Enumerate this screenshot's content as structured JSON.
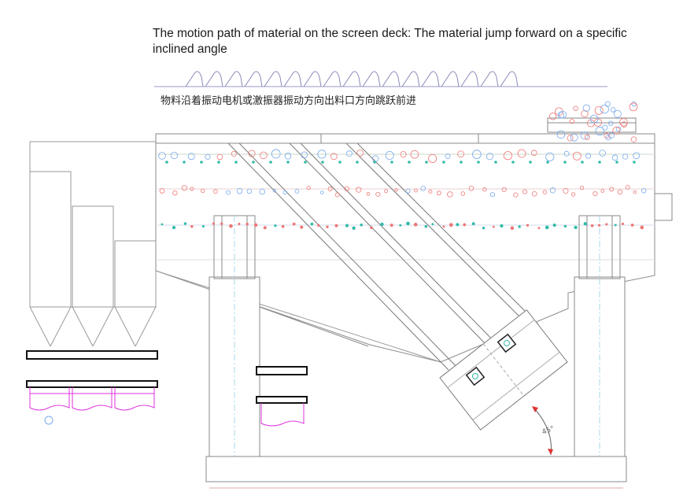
{
  "caption": {
    "english": "The  motion path of material on the screen deck: The material jump forward on a specific inclined angle",
    "chinese": "物料沿着振动电机或激振器振动方向出料口方向跳跃前进"
  },
  "diagram": {
    "angle_label": "45°",
    "colors": {
      "frame": "#8a8a8a",
      "spring": "#dd33dd",
      "particle_red": "#ee7777",
      "particle_blue": "#77aaee",
      "particle_teal": "#33bbaa",
      "accent_red": "#dd3333"
    }
  }
}
